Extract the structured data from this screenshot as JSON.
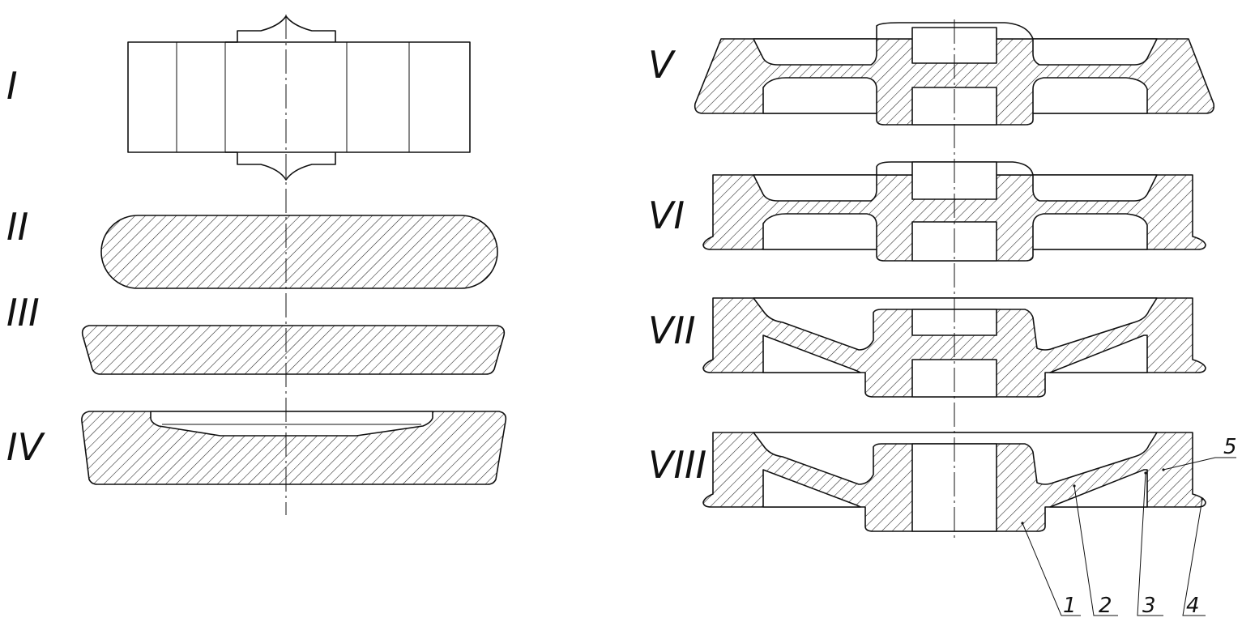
{
  "stages": [
    "I",
    "II",
    "III",
    "IV",
    "V",
    "VI",
    "VII",
    "VIII"
  ],
  "callouts": [
    "1",
    "2",
    "3",
    "4",
    "5"
  ],
  "colors": {
    "line": "#111111",
    "background": "#ffffff"
  }
}
